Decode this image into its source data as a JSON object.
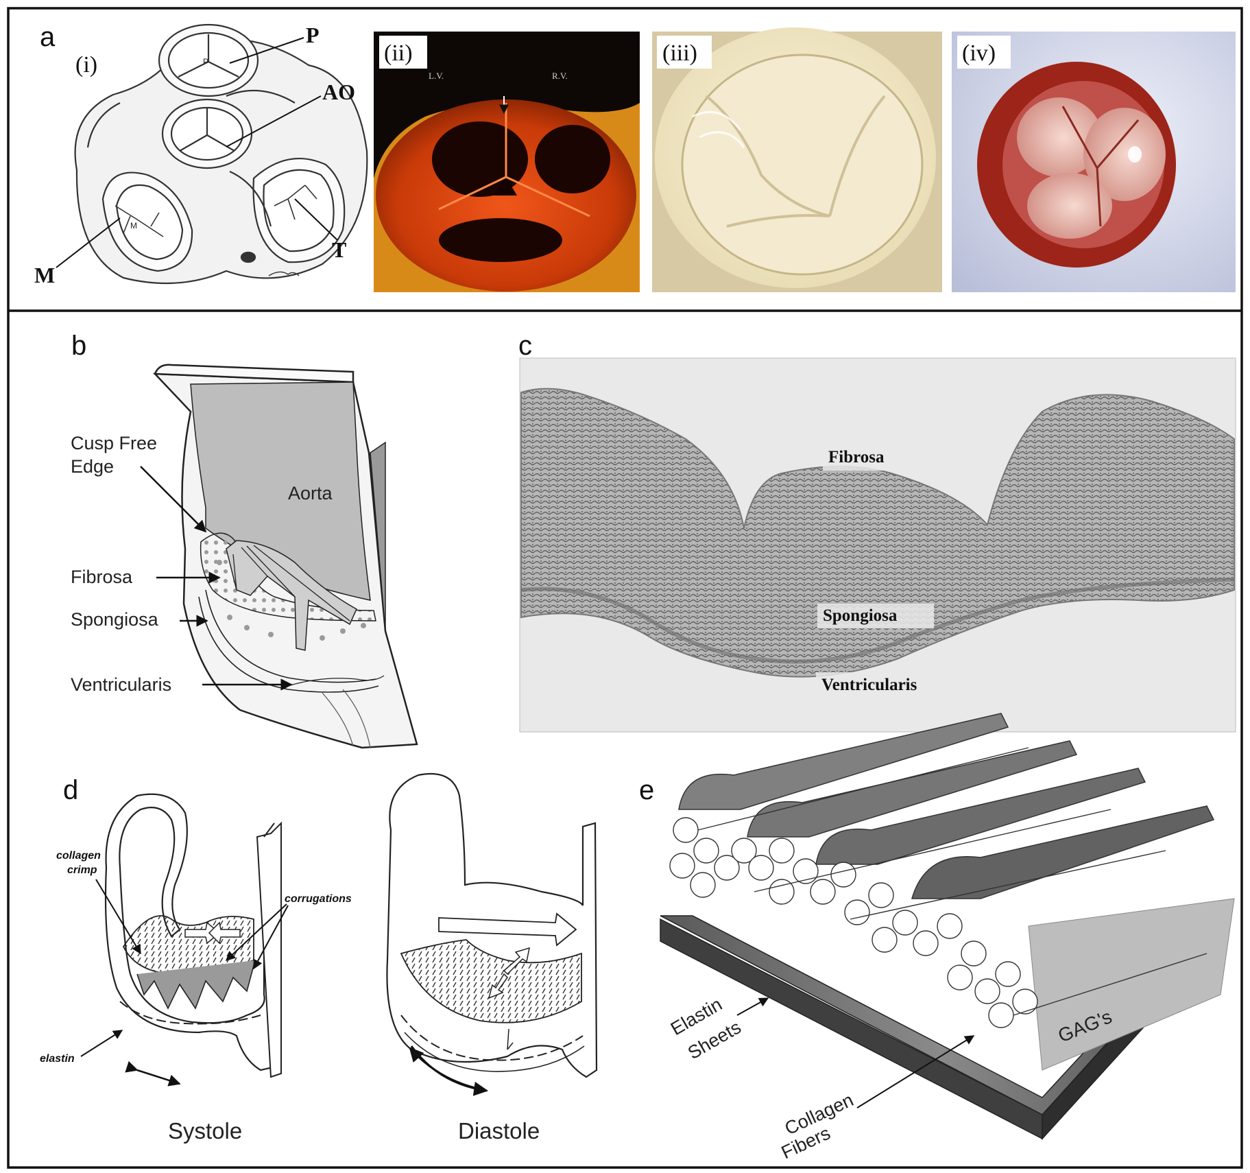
{
  "panel_a": {
    "letter": "a",
    "sub_i": "(i)",
    "sub_ii": "(ii)",
    "sub_iii": "(iii)",
    "sub_iv": "(iv)",
    "label_p": "P",
    "label_ao": "AO",
    "label_m": "M",
    "label_t": "T",
    "small_p": "P",
    "small_m": "M",
    "photo_ii_left": "L.V.",
    "photo_ii_right": "R.V."
  },
  "panel_b": {
    "letter": "b",
    "cusp_line1": "Cusp Free",
    "cusp_line2": "Edge",
    "aorta": "Aorta",
    "fibrosa": "Fibrosa",
    "spongiosa": "Spongiosa",
    "ventricularis": "Ventricularis"
  },
  "panel_c": {
    "letter": "c",
    "fibrosa": "Fibrosa",
    "spongiosa": "Spongiosa",
    "ventricularis": "Ventricularis"
  },
  "panel_d": {
    "letter": "d",
    "collagen_line1": "collagen",
    "collagen_line2": "crimp",
    "corrugations": "corrugations",
    "elastin": "elastin",
    "systole": "Systole",
    "diastole": "Diastole"
  },
  "panel_e": {
    "letter": "e",
    "elastin_line1": "Elastin",
    "elastin_line2": "Sheets",
    "collagen_line1": "Collagen",
    "collagen_line2": "Fibers",
    "gags": "GAG's"
  }
}
